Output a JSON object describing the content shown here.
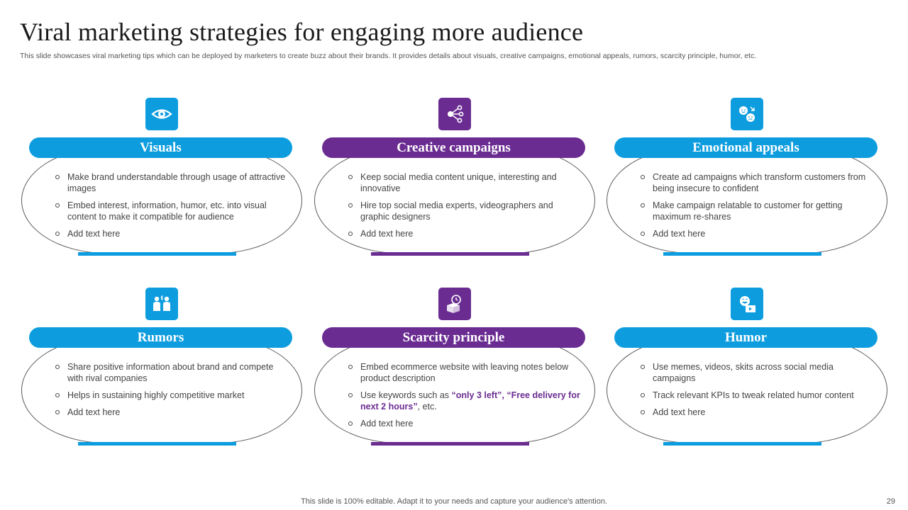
{
  "slide": {
    "title": "Viral marketing strategies for engaging more audience",
    "subtitle": "This slide showcases viral marketing tips which can be deployed by marketers to create buzz  about their brands. It provides details about visuals, creative campaigns, emotional appeals, rumors, scarcity principle, humor, etc.",
    "footer": "This slide is 100% editable. Adapt it to your needs and capture your audience's attention.",
    "page_number": "29"
  },
  "colors": {
    "blue": "#0d9ddf",
    "purple": "#6a2c91"
  },
  "cards": [
    {
      "heading": "Visuals",
      "icon": "eye-icon",
      "points": [
        "Make brand understandable through usage of attractive images",
        "Embed interest, information,  humor, etc. into visual content to make it compatible for audience",
        "Add text here"
      ]
    },
    {
      "heading": "Creative campaigns",
      "icon": "share-network-icon",
      "points": [
        "Keep social media content unique, interesting and innovative",
        "Hire top social media experts, videographers  and graphic designers",
        "Add text here"
      ]
    },
    {
      "heading": "Emotional appeals",
      "icon": "emotions-icon",
      "points": [
        "Create ad campaigns which transform customers from being insecure to confident",
        "Make campaign relatable to customer for getting maximum re-shares",
        "Add text here"
      ]
    },
    {
      "heading": "Rumors",
      "icon": "people-talking-icon",
      "points": [
        "Share positive information about brand and compete with rival companies",
        "Helps in sustaining highly competitive market",
        "Add text here"
      ]
    },
    {
      "heading": "Scarcity principle",
      "icon": "box-with-clock-icon",
      "points": [
        "Embed ecommerce website with leaving notes below product description",
        {
          "pre": "Use keywords such as ",
          "highlight": "“only 3 left”, “Free delivery for next 2 hours”",
          "post": ", etc."
        },
        "Add text here"
      ]
    },
    {
      "heading": "Humor",
      "icon": "laughing-video-icon",
      "points": [
        "Use memes, videos,  skits across social media campaigns",
        "Track relevant  KPIs to tweak related humor content",
        "Add text here"
      ]
    }
  ]
}
